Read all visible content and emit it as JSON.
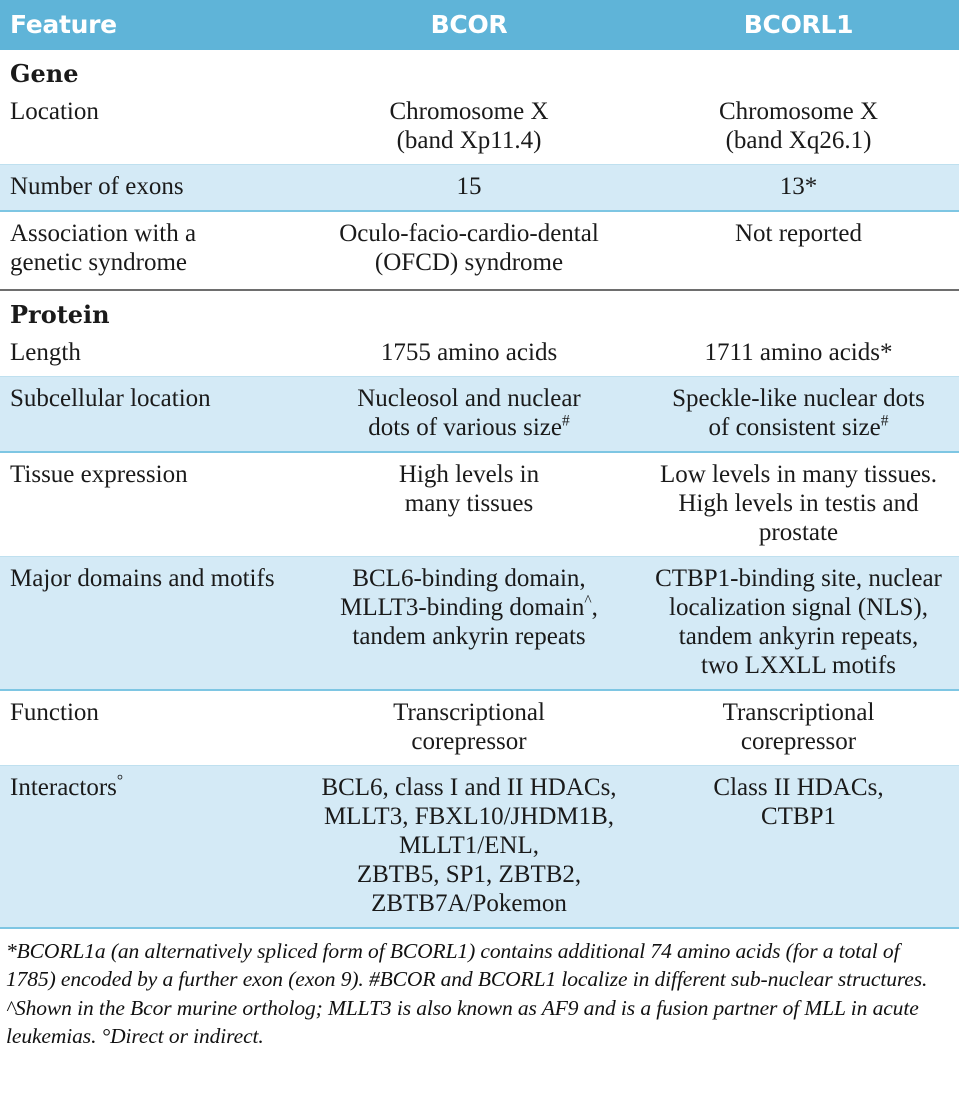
{
  "colors": {
    "header_bg": "#5fb4d8",
    "header_text": "#ffffff",
    "shaded_row_bg": "#d4eaf6",
    "shaded_row_border": "#7ec6e3",
    "section_rule": "#6e6e6e",
    "body_text": "#1a1a1a"
  },
  "header": {
    "col_feature": "Feature",
    "col_bcor": "BCOR",
    "col_bcorl1": "BCORL1"
  },
  "sections": [
    {
      "title": "Gene",
      "rows": [
        {
          "label": "Location",
          "bcor": "Chromosome X\n(band Xp11.4)",
          "bcorl1": "Chromosome X\n(band Xq26.1)",
          "shaded": false
        },
        {
          "label": "Number of exons",
          "bcor": "15",
          "bcorl1": "13*",
          "shaded": true
        },
        {
          "label": "Association with a\ngenetic syndrome",
          "bcor": "Oculo-facio-cardio-dental\n(OFCD) syndrome",
          "bcorl1": "Not reported",
          "shaded": false
        }
      ]
    },
    {
      "title": "Protein",
      "rows": [
        {
          "label": "Length",
          "bcor": "1755 amino acids",
          "bcorl1": "1711 amino acids*",
          "shaded": false
        },
        {
          "label": "Subcellular location",
          "bcor": "Nucleosol and nuclear\ndots of various size#",
          "bcorl1": "Speckle-like nuclear dots\nof consistent size#",
          "shaded": true
        },
        {
          "label": "Tissue expression",
          "bcor": "High levels in\nmany tissues",
          "bcorl1": "Low levels in many tissues.\nHigh levels in testis and\nprostate",
          "shaded": false
        },
        {
          "label": "Major domains and motifs",
          "bcor": "BCL6-binding domain,\nMLLT3-binding domain^,\ntandem ankyrin repeats",
          "bcorl1": "CTBP1-binding site, nuclear\nlocalization signal (NLS),\ntandem ankyrin repeats,\ntwo LXXLL motifs",
          "shaded": true
        },
        {
          "label": "Function",
          "bcor": "Transcriptional\ncorepressor",
          "bcorl1": "Transcriptional\ncorepressor",
          "shaded": false
        },
        {
          "label": "Interactors°",
          "bcor": "BCL6, class I and II HDACs,\nMLLT3, FBXL10/JHDM1B, MLLT1/ENL,\nZBTB5, SP1, ZBTB2, ZBTB7A/Pokemon",
          "bcorl1": "Class II HDACs,\nCTBP1",
          "shaded": true
        }
      ]
    }
  ],
  "footnote": "*BCORL1a (an alternatively spliced form of BCORL1) contains additional 74 amino acids (for a total of 1785) encoded by a further exon (exon 9). #BCOR and BCORL1 localize in different sub-nuclear structures. ^Shown in the Bcor murine ortholog; MLLT3 is also known as AF9 and is a fusion partner of MLL in acute leukemias. °Direct or indirect."
}
